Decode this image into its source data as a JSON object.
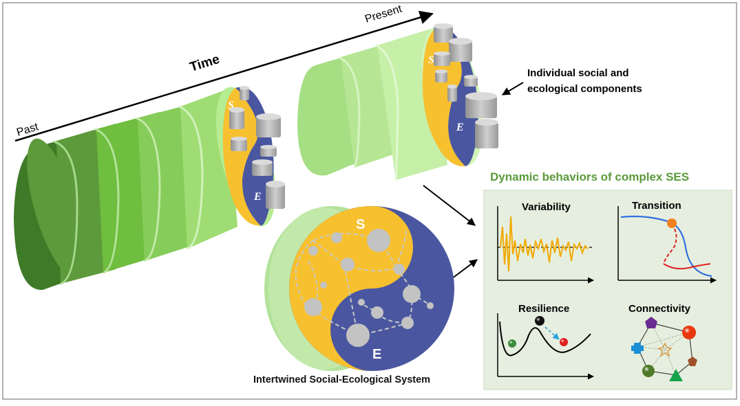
{
  "time_axis": {
    "title": "Time",
    "start_label": "Past",
    "end_label": "Present"
  },
  "components_label_line1": "Individual social and",
  "components_label_line2": "ecological components",
  "system_letters": {
    "social": "S",
    "ecological": "E"
  },
  "yinyang_caption": "Intertwined Social-Ecological System",
  "panel": {
    "title": "Dynamic behaviors of complex SES",
    "title_color": "#5a9a3a",
    "background": "#e6efdf",
    "cells": {
      "variability": "Variability",
      "transition": "Transition",
      "resilience": "Resilience",
      "connectivity": "Connectivity"
    }
  },
  "colors": {
    "social": "#f7c02f",
    "ecological": "#4a57a0",
    "cylinder_dark": "#3f7f2a",
    "cylinder_light": "#c6f0a8",
    "node_gray": "#bdbdbd"
  }
}
